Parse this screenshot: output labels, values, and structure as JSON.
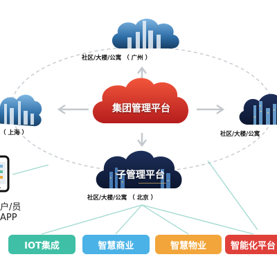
{
  "nodes": {
    "guangzhou": {
      "label": "社区/大楼/公寓",
      "city": "（ 广州 ）"
    },
    "shanghai": {
      "city": "（ 上海 ）"
    },
    "right": {
      "label": "社区/大楼/公寓"
    },
    "beijing": {
      "label": "社区/大楼/公寓",
      "city": "（ 北京 ）"
    }
  },
  "central": {
    "title": "集团管理平台"
  },
  "sub": {
    "title": "子管理平台"
  },
  "app": {
    "line1": "户/员",
    "line2": "APP"
  },
  "pills": [
    {
      "label": "IOT集成",
      "color": "#3fbfa5"
    },
    {
      "label": "智慧商业",
      "color": "#4ab2e6"
    },
    {
      "label": "智慧物业",
      "color": "#f2a53a"
    },
    {
      "label": "智能化平台",
      "color": "#e0403a"
    }
  ]
}
